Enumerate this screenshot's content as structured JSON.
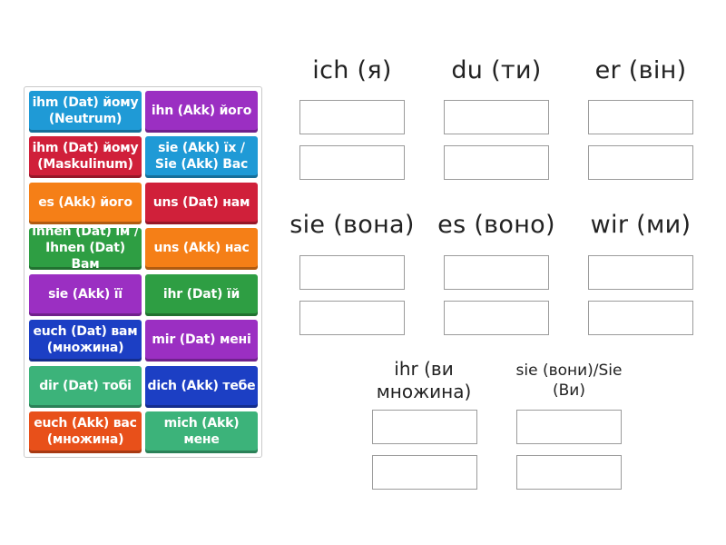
{
  "tiles": [
    {
      "label": "ihm (Dat) йому (Neutrum)",
      "color": "#1f9ad6"
    },
    {
      "label": "ihn (Akk) його",
      "color": "#9b2fc2"
    },
    {
      "label": "ihm (Dat) йому (Maskulinum)",
      "color": "#d0203a"
    },
    {
      "label": "sie (Akk) їх / Sie (Akk) Вас",
      "color": "#1f9ad6"
    },
    {
      "label": "es (Akk) його",
      "color": "#f57f17"
    },
    {
      "label": "uns (Dat) нам",
      "color": "#d0203a"
    },
    {
      "label": "ihnen (Dat) їм / Ihnen (Dat) Вам",
      "color": "#2e9e43"
    },
    {
      "label": "uns (Akk) нас",
      "color": "#f57f17"
    },
    {
      "label": "sie (Akk) її",
      "color": "#9b2fc2"
    },
    {
      "label": "ihr (Dat) їй",
      "color": "#2e9e43"
    },
    {
      "label": "euch (Dat) вам (множина)",
      "color": "#1c3fc4"
    },
    {
      "label": "mir (Dat) мені",
      "color": "#9b2fc2"
    },
    {
      "label": "dir (Dat) тобі",
      "color": "#3cb37a"
    },
    {
      "label": "dich (Akk) тебе",
      "color": "#1c3fc4"
    },
    {
      "label": "euch (Akk) вас (множина)",
      "color": "#e8501a"
    },
    {
      "label": "mich (Akk) мене",
      "color": "#3cb37a"
    }
  ],
  "groups": [
    {
      "heading": "ich (я)"
    },
    {
      "heading": "du (ти)"
    },
    {
      "heading": "er (він)"
    },
    {
      "heading": "sie (вона)"
    },
    {
      "heading": "es (воно)"
    },
    {
      "heading": "wir (ми)"
    },
    {
      "heading": "ihr (ви множина)"
    },
    {
      "heading": "sie (вони)/Sie (Ви)"
    }
  ]
}
